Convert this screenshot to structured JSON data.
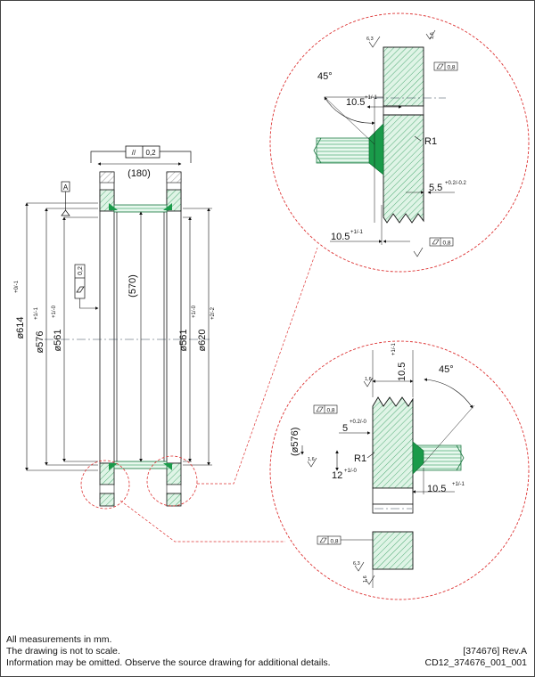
{
  "drawing": {
    "parallelism_symbol": "//",
    "parallelism_value": "0,2",
    "flatness_value": "0,2",
    "datum_label": "A",
    "dims": {
      "width_180": "(180)",
      "length_570": "(570)",
      "d614": "ø614",
      "d614_tol": "+0/-1",
      "d576": "ø576",
      "d576_tol": "+1/-1",
      "d561_left": "ø561",
      "d561_left_tol": "+1/-0",
      "d561_right": "ø561",
      "d561_right_tol": "+1/-0",
      "d620": "ø620",
      "d620_tol": "+2/-2"
    },
    "detail_top": {
      "angle": "45°",
      "dim_10_5_a": "10.5",
      "dim_10_5_a_tol": "+1/-1",
      "radius": "R1",
      "dim_5_5": "5.5",
      "dim_5_5_tol": "+0.2/-0.2",
      "dim_10_5_b": "10.5",
      "dim_10_5_b_tol": "+1/-1",
      "flat_val_1": "0,8",
      "flat_val_2": "0,8",
      "rough_1": "6,3",
      "rough_2": "1,6"
    },
    "detail_bottom": {
      "angle": "45°",
      "dim_10_5_a": "10.5",
      "dim_10_5_a_tol": "+1/-1",
      "dim_576": "(ø576)",
      "dim_5": "5",
      "dim_5_tol": "+0.2/-0",
      "radius": "R1",
      "dim_12": "12",
      "dim_12_tol": "+1/-0",
      "dim_10_5_b": "10.5",
      "dim_10_5_b_tol": "+1/-1",
      "flat_val_1": "0,8",
      "flat_val_2": "0,8",
      "rough_1": "1,6",
      "rough_2": "1,6",
      "rough_3": "6,3",
      "rough_4": "1,6"
    }
  },
  "notes": [
    "All measurements in mm.",
    "The drawing is not to scale.",
    "Information may be omitted. Observe the source drawing for additional details."
  ],
  "meta": {
    "revision": "[374676] Rev.A",
    "drawing_id": "CD12_374676_001_001"
  }
}
